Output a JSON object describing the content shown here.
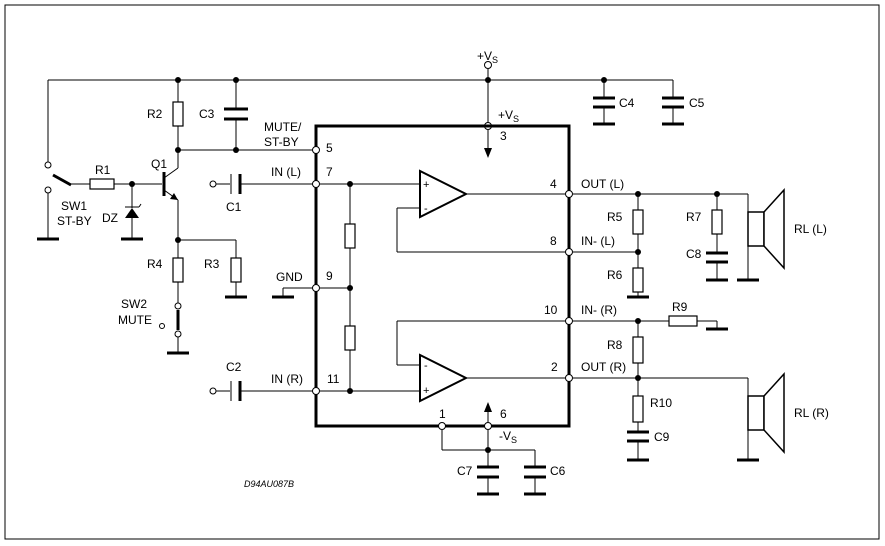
{
  "diagram": {
    "title_code": "D94AU087B",
    "supply_labels": {
      "pos_top": "+V",
      "pos_ic": "+V",
      "neg": "-V",
      "subscript": "S"
    },
    "labels": {
      "R1": "R1",
      "R2": "R2",
      "R3": "R3",
      "R4": "R4",
      "R5": "R5",
      "R6": "R6",
      "R7": "R7",
      "R8": "R8",
      "R9": "R9",
      "R10": "R10",
      "C1": "C1",
      "C2": "C2",
      "C3": "C3",
      "C4": "C4",
      "C5": "C5",
      "C6": "C6",
      "C7": "C7",
      "C8": "C8",
      "C9": "C9",
      "Q1": "Q1",
      "DZ": "DZ",
      "SW1": "SW1",
      "ST_BY": "ST-BY",
      "SW2": "SW2",
      "MUTE": "MUTE",
      "MUTE_ST_BY_1": "MUTE/",
      "MUTE_ST_BY_2": "ST-BY",
      "IN_L": "IN (L)",
      "IN_R": "IN (R)",
      "GND": "GND",
      "OUT_L": "OUT (L)",
      "OUT_R": "OUT (R)",
      "INM_L": "IN- (L)",
      "INM_R": "IN- (R)",
      "RL_L": "RL (L)",
      "RL_R": "RL (R)",
      "plus": "+",
      "minus": "-"
    },
    "pins": {
      "p1": "1",
      "p2": "2",
      "p3": "3",
      "p4": "4",
      "p5": "5",
      "p6": "6",
      "p7": "7",
      "p8": "8",
      "p9": "9",
      "p10": "10",
      "p11": "11"
    }
  }
}
